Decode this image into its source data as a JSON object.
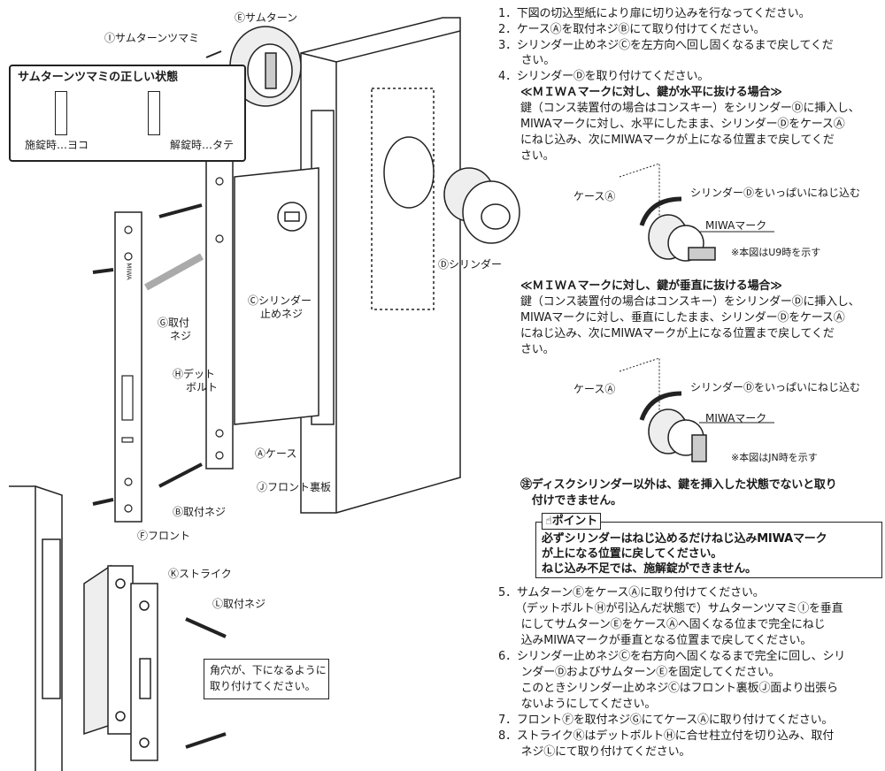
{
  "illustration": {
    "thumbturn": "Ⓔサムターン",
    "thumbturn_knob": "Ⓘサムターンツマミ",
    "knob_box": {
      "title": "サムターンツマミの正しい状態",
      "locked": "施錠時…ヨコ",
      "unlocked": "解錠時…タテ"
    },
    "cylinder": "Ⓓシリンダー",
    "set_screw_1": "Ⓒシリンダー",
    "set_screw_2": "止めネジ",
    "screw_g_1": "Ⓖ取付",
    "screw_g_2": "ネジ",
    "deadbolt_1": "Ⓗデット",
    "deadbolt_2": "ボルト",
    "case": "Ⓐケース",
    "front_back_plate": "Ⓙフロント裏板",
    "screw_b": "Ⓑ取付ネジ",
    "front": "Ⓕフロント",
    "strike": "Ⓚストライク",
    "screw_l": "Ⓛ取付ネジ",
    "strike_note": [
      "角穴が、下になるように",
      "取り付けてください。"
    ],
    "plate_logo": "MIWA"
  },
  "instructions": {
    "lines": [
      "1．下図の切込型紙により扉に切り込みを行なってください。",
      "2．ケースⒶを取付ネジⒷにて取り付けてください。",
      "3．シリンダー止めネジⒸを左方向へ回し固くなるまで戻してくだ",
      "　　さい。",
      "4．シリンダーⒹを取り付けてください。"
    ],
    "horizontal": {
      "heading": "≪ＭＩＷＡマークに対し、鍵が水平に抜ける場合≫",
      "body": [
        "鍵（コンス装置付の場合はコンスキー）をシリンダーⒹに挿入し、",
        "MIWAマークに対し、水平にしたまま、シリンダーⒹをケースⒶ",
        "にねじ込み、次にMIWAマークが上になる位置まで戻してくだ",
        "さい。"
      ],
      "diagram": {
        "case": "ケースⒶ",
        "action": "シリンダーⒹをいっぱいにねじ込む",
        "mark": "MIWAマーク",
        "note": "※本図はU9時を示す"
      }
    },
    "vertical": {
      "heading": "≪ＭＩＷＡマークに対し、鍵が垂直に抜ける場合≫",
      "body": [
        "鍵（コンス装置付の場合はコンスキー）をシリンダーⒹに挿入し、",
        "MIWAマークに対し、垂直にしたまま、シリンダーⒹをケースⒶ",
        "にねじ込み、次にMIWAマークが上になる位置まで戻してくだ",
        "さい。"
      ],
      "diagram": {
        "case": "ケースⒶ",
        "action": "シリンダーⒹをいっぱいにねじ込む",
        "mark": "MIWAマーク",
        "note": "※本図はJN時を示す"
      }
    },
    "note": [
      "㊟ディスクシリンダー以外は、鍵を挿入した状態でないと取り",
      "　付けできません。"
    ],
    "point": {
      "label": "ポイント",
      "lines": [
        "必ずシリンダーはねじ込めるだけねじ込みMIWAマーク",
        "が上になる位置に戻してください。",
        "ねじ込み不足では、施解錠ができません。"
      ]
    },
    "steps_after": [
      "5．サムターンⒺをケースⒶに取り付けてください。",
      "　　（デットボルトⒽが引込んだ状態で）サムターンツマミⒾを垂直",
      "　　にしてサムターンⒺをケースⒶへ固くなる位まで完全にねじ",
      "　　込みMIWAマークが垂直となる位置まで戻してください。",
      "6．シリンダー止めネジⒸを右方向へ固くなるまで完全に回し、シリ",
      "　　ンダーⒹおよびサムターンⒺを固定してください。",
      "　　このときシリンダー止めネジⒸはフロント裏板Ⓙ面より出張ら",
      "　　ないようにしてください。",
      "7．フロントⒻを取付ネジⒼにてケースⒶに取り付けてください。",
      "8．ストライクⓀはデットボルトⒽに合せ柱立付を切り込み、取付",
      "　　ネジⓁにて取り付けてください。"
    ]
  }
}
